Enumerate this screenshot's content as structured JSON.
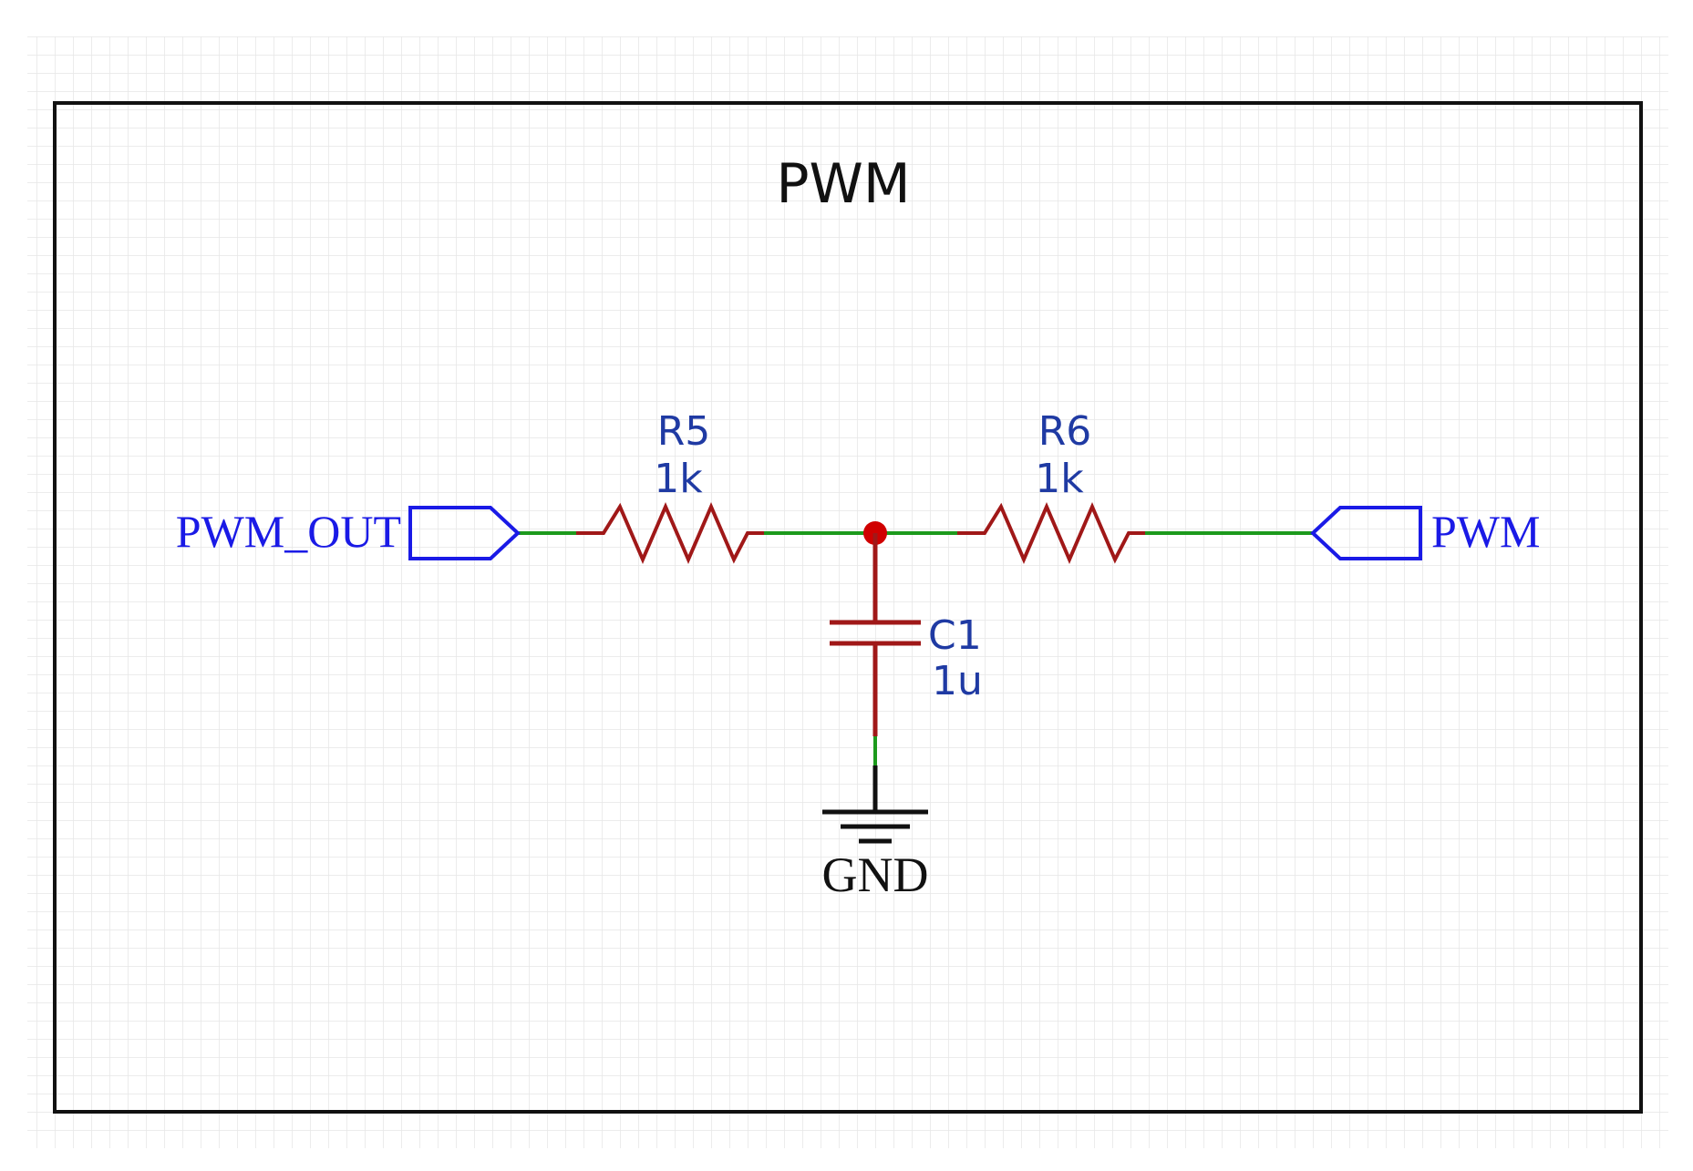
{
  "sheet": {
    "title": "PWM"
  },
  "ports": {
    "input": {
      "label": "PWM_OUT"
    },
    "output": {
      "label": "PWM"
    }
  },
  "components": {
    "r5": {
      "designator": "R5",
      "value": "1k"
    },
    "r6": {
      "designator": "R6",
      "value": "1k"
    },
    "c1": {
      "designator": "C1",
      "value": "1u"
    }
  },
  "ground": {
    "label": "GND"
  },
  "colors": {
    "wire": "#1c9a1c",
    "component": "#a01818",
    "junction": "#d00000",
    "port": "#1a1ae6",
    "frame": "#111111",
    "grid": "#e6e6e6",
    "text_dark": "#111111"
  }
}
